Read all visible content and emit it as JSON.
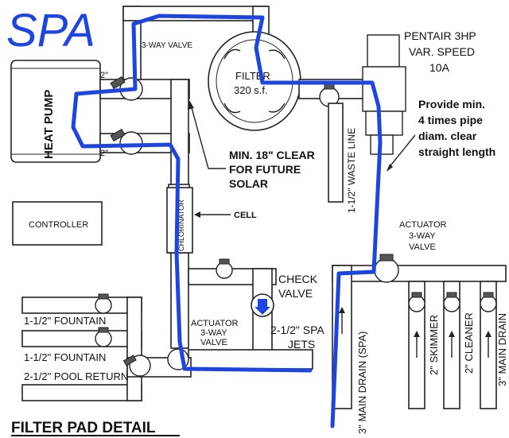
{
  "title_handwritten": "SPA",
  "footer_title": "FILTER PAD DETAIL",
  "components": {
    "heat_pump": "HEAT PUMP",
    "controller": "CONTROLLER",
    "cell_body": "CHLORINATOR",
    "cell_label": "CELL",
    "filter_line1": "FILTER",
    "filter_line2": "320 s.f.",
    "pump_line1": "PENTAIR 3HP",
    "pump_line2": "VAR. SPEED",
    "pump_line3": "10A",
    "check_valve_line1": "CHECK",
    "check_valve_line2": "VALVE",
    "waste_line": "1-1/2\" WASTE LINE"
  },
  "labels": {
    "three_way_valve": "3-WAY VALVE",
    "size_top": "2\"",
    "size_bottom": "2\"",
    "solar_line1": "MIN. 18\" CLEAR",
    "solar_line2": "FOR FUTURE",
    "solar_line3": "SOLAR",
    "straight_line1": "Provide min.",
    "straight_line2": "4 times pipe",
    "straight_line3": "diam. clear",
    "straight_line4": "straight length",
    "actuator_right_line1": "ACTUATOR",
    "actuator_right_line2": "3-WAY",
    "actuator_right_line3": "VALVE",
    "actuator_left_line1": "ACTUATOR",
    "actuator_left_line2": "3-WAY",
    "actuator_left_line3": "VALVE"
  },
  "lines": {
    "fountain_1": "1-1/2\" FOUNTAIN",
    "fountain_2": "1-1/2\" FOUNTAIN",
    "pool_return": "2-1/2\" POOL RETURN",
    "spa_jets_line1": "2-1/2\" SPA",
    "spa_jets_line2": "JETS",
    "main_drain_spa": "3\" MAIN DRAIN (SPA)",
    "skimmer": "2\" SKIMMER",
    "cleaner": "2\" CLEANER",
    "main_drain": "3\" MAIN DRAIN"
  },
  "colors": {
    "flow_path": "#1f45e0",
    "pipe_outline": "#222222",
    "background": "#ffffff"
  }
}
